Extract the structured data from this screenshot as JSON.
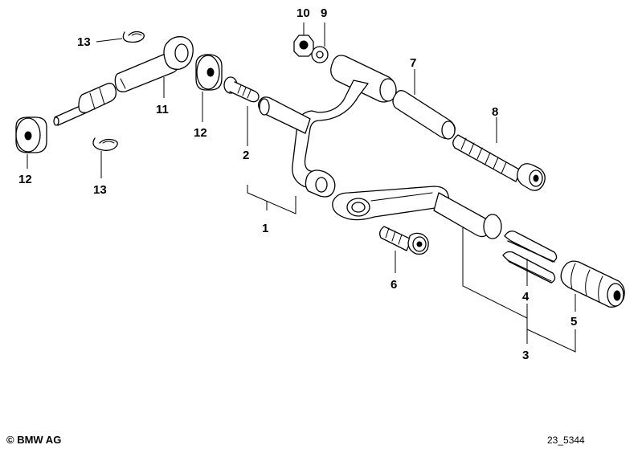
{
  "diagram": {
    "callouts": [
      {
        "id": "c1",
        "label": "1"
      },
      {
        "id": "c2",
        "label": "2"
      },
      {
        "id": "c3",
        "label": "3"
      },
      {
        "id": "c4",
        "label": "4"
      },
      {
        "id": "c5",
        "label": "5"
      },
      {
        "id": "c6",
        "label": "6"
      },
      {
        "id": "c7",
        "label": "7"
      },
      {
        "id": "c8",
        "label": "8"
      },
      {
        "id": "c9",
        "label": "9"
      },
      {
        "id": "c10",
        "label": "10"
      },
      {
        "id": "c11",
        "label": "11"
      },
      {
        "id": "c12a",
        "label": "12"
      },
      {
        "id": "c12b",
        "label": "12"
      },
      {
        "id": "c13a",
        "label": "13"
      },
      {
        "id": "c13b",
        "label": "13"
      }
    ]
  },
  "footer": {
    "copyright": "© BMW AG",
    "drawing_number": "23_5344"
  }
}
